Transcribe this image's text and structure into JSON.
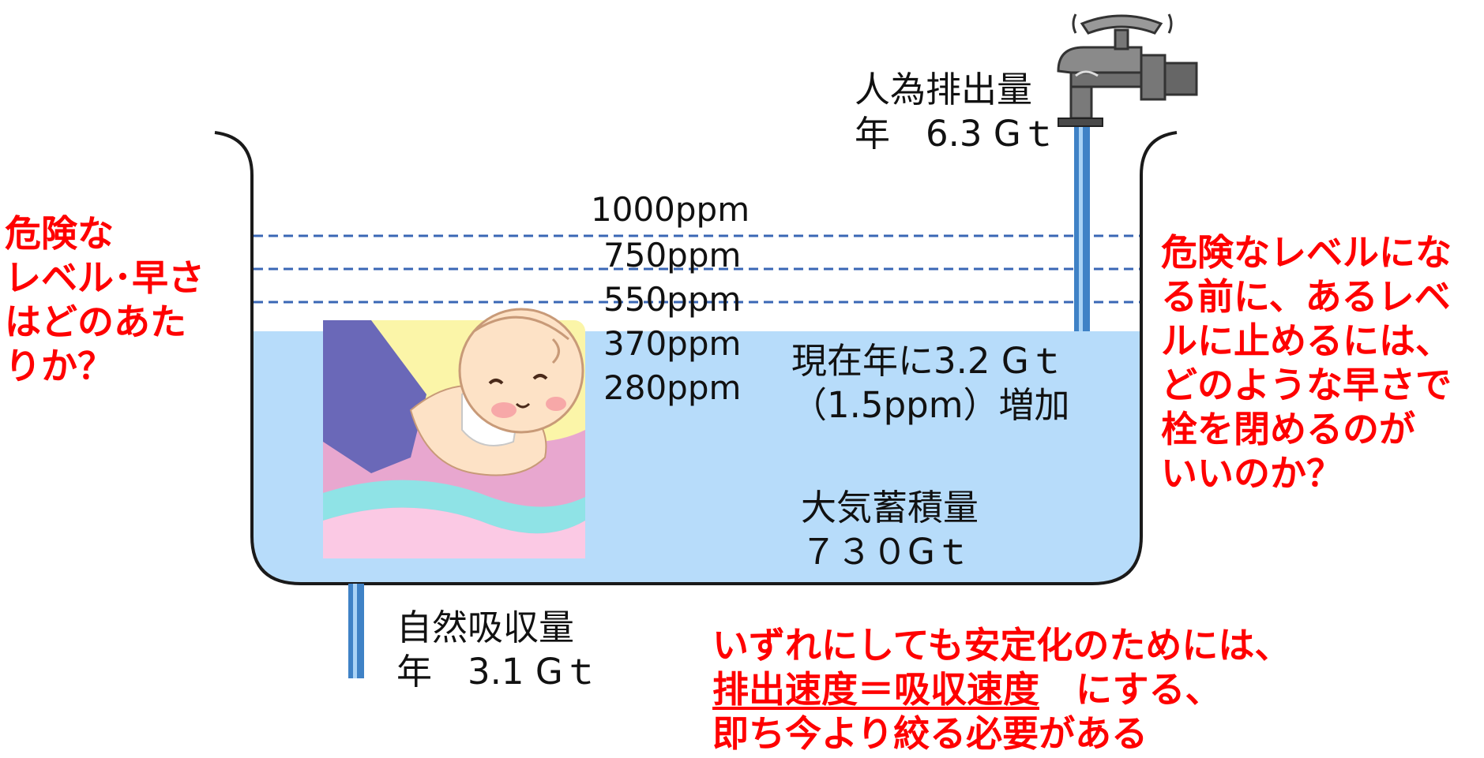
{
  "colors": {
    "question_text": "#ff0000",
    "water": "#b7dcfa",
    "water_stream": "#3f82c6",
    "level_line": "#3a67b5",
    "tank_outline": "#1a1a1a",
    "faucet": "#6f6f6f"
  },
  "icons": {
    "faucet": "faucet-icon",
    "baby": "baby-illustration"
  },
  "levels": [
    "1000ppm",
    "750ppm",
    "550ppm",
    "370ppm",
    "280ppm"
  ],
  "inflow": {
    "line1": "人為排出量",
    "line2": "年　6.3 Gｔ"
  },
  "current": {
    "line1": "現在年に3.2 Gｔ",
    "line2": "（1.5ppm）増加"
  },
  "stock": {
    "line1": "大気蓄積量",
    "line2": "７３０Gｔ"
  },
  "outflow": {
    "line1": "自然吸収量",
    "line2": "年　3.1 Gｔ"
  },
  "question_left": {
    "lines": [
      "危険な",
      "レベル･早さ",
      "はどのあた",
      "りか？"
    ]
  },
  "question_right": {
    "lines": [
      "危険なレベルにな",
      "る前に、あるレベ",
      "ルに止めるには、",
      "どのような早さで",
      "栓を閉めるのが",
      "いいのか？"
    ]
  },
  "conclusion": {
    "line1": "いずれにしても安定化のためには、",
    "line2_underlined": "排出速度＝吸収速度",
    "line2_rest": "　にする、",
    "line3": "即ち今より絞る必要がある"
  }
}
